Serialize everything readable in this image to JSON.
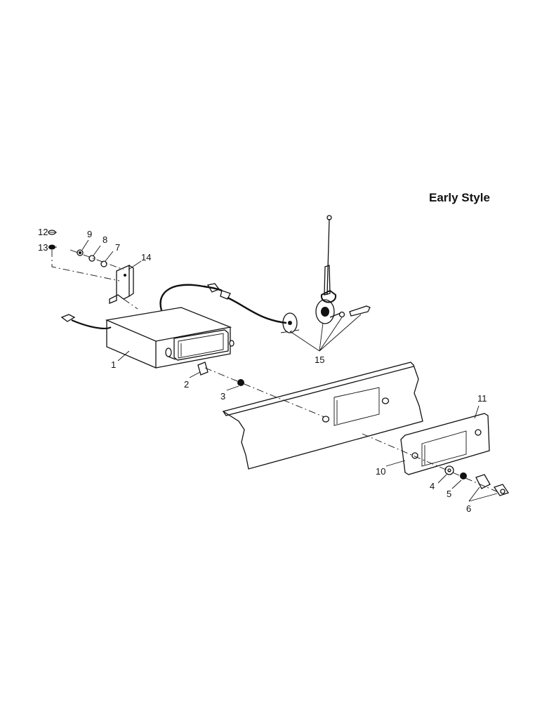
{
  "title": "Early Style",
  "callouts": [
    {
      "id": "c1",
      "label": "1"
    },
    {
      "id": "c2",
      "label": "2"
    },
    {
      "id": "c3",
      "label": "3"
    },
    {
      "id": "c4",
      "label": "4"
    },
    {
      "id": "c5",
      "label": "5"
    },
    {
      "id": "c6",
      "label": "6"
    },
    {
      "id": "c7",
      "label": "7"
    },
    {
      "id": "c8",
      "label": "8"
    },
    {
      "id": "c9",
      "label": "9"
    },
    {
      "id": "c10",
      "label": "10"
    },
    {
      "id": "c11",
      "label": "11"
    },
    {
      "id": "c12",
      "label": "12"
    },
    {
      "id": "c13",
      "label": "13"
    },
    {
      "id": "c14",
      "label": "14"
    },
    {
      "id": "c15",
      "label": "15"
    }
  ]
}
